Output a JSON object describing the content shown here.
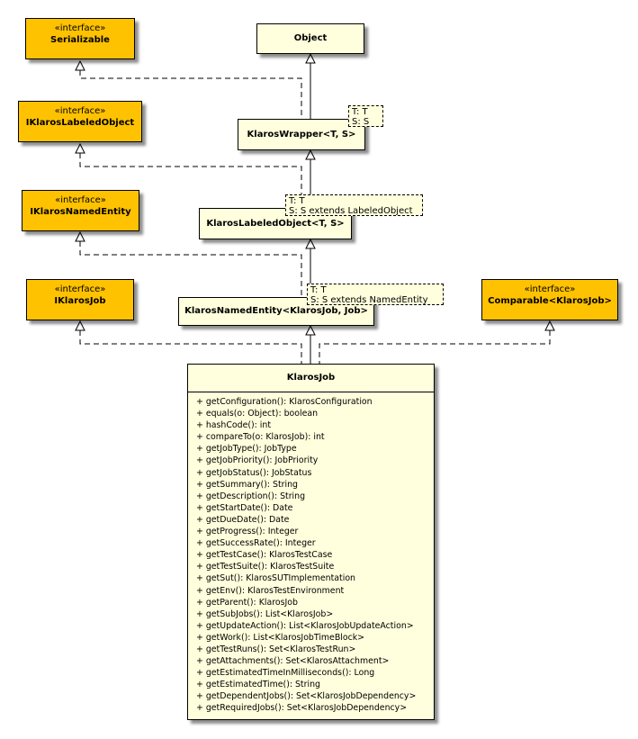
{
  "interfaces": [
    {
      "stereotype": "«interface»",
      "name": "Serializable"
    },
    {
      "stereotype": "«interface»",
      "name": "IKlarosLabeledObject"
    },
    {
      "stereotype": "«interface»",
      "name": "IKlarosNamedEntity"
    },
    {
      "stereotype": "«interface»",
      "name": "IKlarosJob"
    },
    {
      "stereotype": "«interface»",
      "name": "Comparable<KlarosJob>"
    }
  ],
  "classes": {
    "object": "Object",
    "wrapper": "KlarosWrapper<T, S>",
    "labeled": "KlarosLabeledObject<T, S>",
    "named": "KlarosNamedEntity<KlarosJob, Job>"
  },
  "type_params": {
    "wrapper": [
      "T: T",
      "S: S"
    ],
    "labeled": [
      "T: T",
      "S: S extends LabeledObject"
    ],
    "named": [
      "T: T",
      "S: S extends NamedEntity"
    ]
  },
  "main_class": {
    "name": "KlarosJob",
    "methods": [
      "+ getConfiguration(): KlarosConfiguration",
      "+ equals(o: Object): boolean",
      "+ hashCode(): int",
      "+ compareTo(o: KlarosJob): int",
      "+ getJobType(): JobType",
      "+ getJobPriority(): JobPriority",
      "+ getJobStatus(): JobStatus",
      "+ getSummary(): String",
      "+ getDescription(): String",
      "+ getStartDate(): Date",
      "+ getDueDate(): Date",
      "+ getProgress(): Integer",
      "+ getSuccessRate(): Integer",
      "+ getTestCase(): KlarosTestCase",
      "+ getTestSuite(): KlarosTestSuite",
      "+ getSut(): KlarosSUTImplementation",
      "+ getEnv(): KlarosTestEnvironment",
      "+ getParent(): KlarosJob",
      "+ getSubJobs(): List<KlarosJob>",
      "+ getUpdateAction(): List<KlarosJobUpdateAction>",
      "+ getWork(): List<KlarosJobTimeBlock>",
      "+ getTestRuns(): Set<KlarosTestRun>",
      "+ getAttachments(): Set<KlarosAttachment>",
      "+ getEstimatedTimeInMilliseconds(): Long",
      "+ getEstimatedTime(): String",
      "+ getDependentJobs(): Set<KlarosJobDependency>",
      "+ getRequiredJobs(): Set<KlarosJobDependency>"
    ]
  }
}
